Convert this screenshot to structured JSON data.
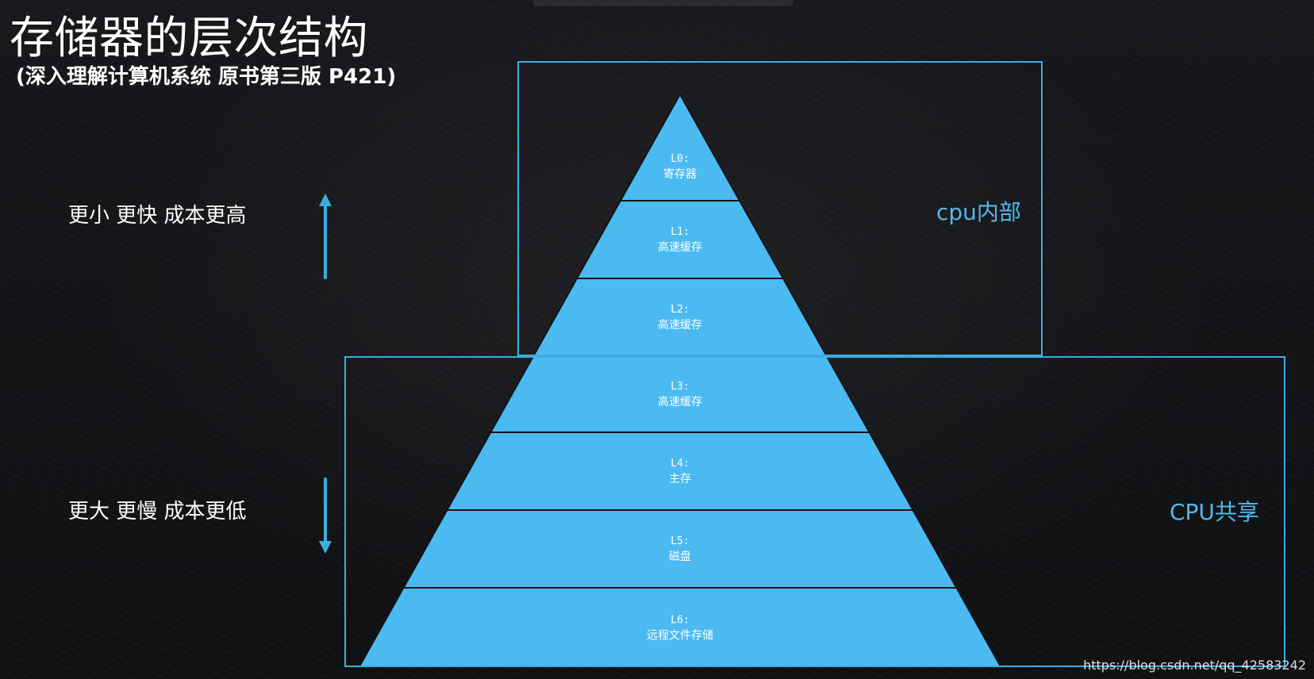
{
  "header": {
    "title": "存储器的层次结构",
    "subtitle": "(深入理解计算机系统 原书第三版 P421)"
  },
  "side_labels": {
    "top": "更小 更快 成本更高",
    "bottom": "更大 更慢 成本更低"
  },
  "regions": {
    "cpu_inner": "cpu内部",
    "cpu_shared": "CPU共享"
  },
  "levels": [
    {
      "code": "L0:",
      "name": "寄存器"
    },
    {
      "code": "L1:",
      "name": "高速缓存"
    },
    {
      "code": "L2:",
      "name": "高速缓存"
    },
    {
      "code": "L3:",
      "name": "高速缓存"
    },
    {
      "code": "L4:",
      "name": "主存"
    },
    {
      "code": "L5:",
      "name": "磁盘"
    },
    {
      "code": "L6:",
      "name": "远程文件存储"
    }
  ],
  "colors": {
    "pyramid_fill": "#4bbaf1",
    "pyramid_stroke": "#121418",
    "frame": "#3aaee0",
    "arrow": "#3aaee0",
    "region_label": "#52b9ea"
  },
  "icons": {
    "up_arrow": "arrow-up-icon",
    "down_arrow": "arrow-down-icon"
  },
  "watermark": "https://blog.csdn.net/qq_42583242"
}
